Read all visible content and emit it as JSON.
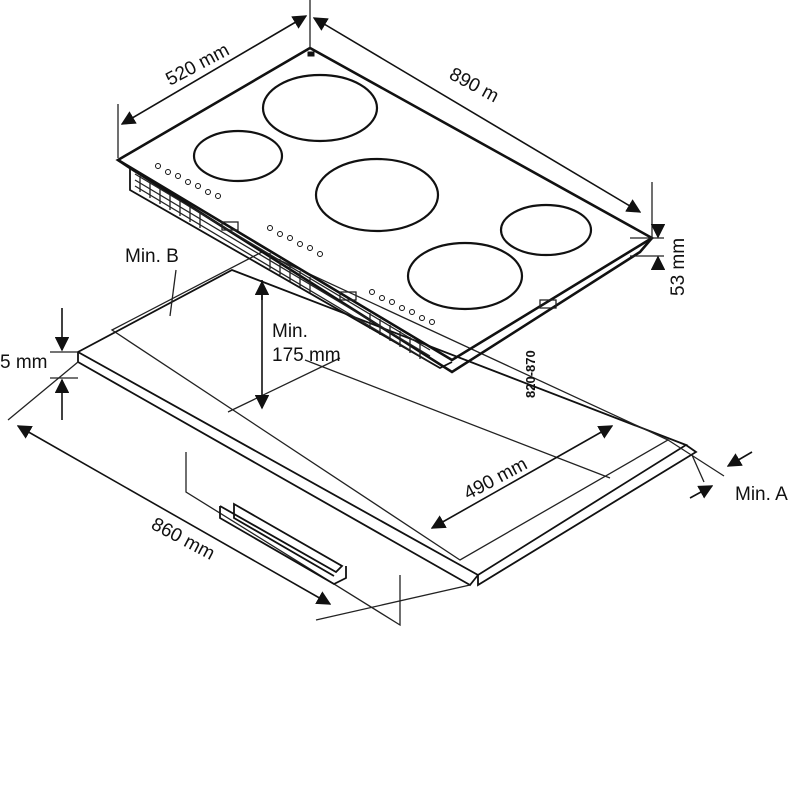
{
  "labels": {
    "depth_hob": "520 mm",
    "width_hob": "890 m",
    "height_hob": "53 mm",
    "min_b": "Min. B",
    "min_height_line1": "Min.",
    "min_height_line2": "175 mm",
    "worktop_thickness": "5 mm",
    "cutout_range": "820-870",
    "cutout_depth": "490 mm",
    "min_a": "Min. A",
    "cutout_width": "860 mm"
  },
  "colors": {
    "line": "#111111",
    "background": "#ffffff"
  }
}
